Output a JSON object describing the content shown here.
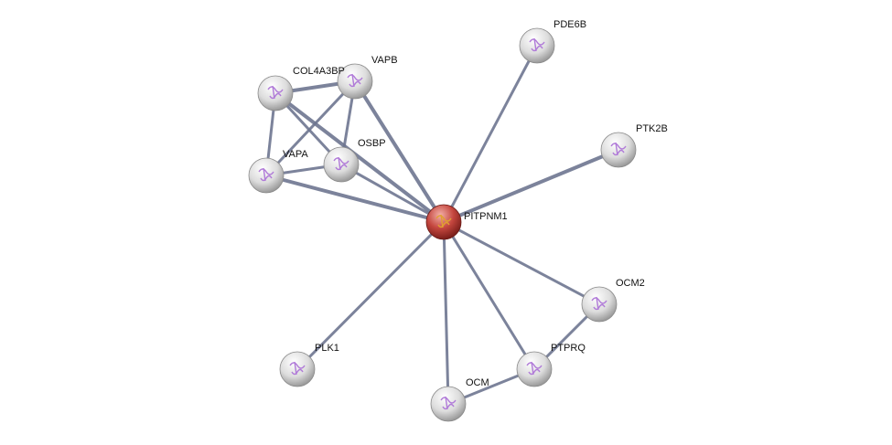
{
  "network": {
    "query_node": "PITPNM1",
    "colors": {
      "edge": "#6e7590",
      "query": "#c0403a",
      "node": "#e4e4e4",
      "label": "#111111"
    },
    "nodes": [
      {
        "id": "PITPNM1",
        "label": "PITPNM1",
        "query": true
      },
      {
        "id": "PDE6B",
        "label": "PDE6B"
      },
      {
        "id": "PTK2B",
        "label": "PTK2B"
      },
      {
        "id": "OCM2",
        "label": "OCM2"
      },
      {
        "id": "PTPRQ",
        "label": "PTPRQ"
      },
      {
        "id": "OCM",
        "label": "OCM"
      },
      {
        "id": "PLK1",
        "label": "PLK1"
      },
      {
        "id": "VAPA",
        "label": "VAPA"
      },
      {
        "id": "OSBP",
        "label": "OSBP"
      },
      {
        "id": "COL4A3BP",
        "label": "COL4A3BP"
      },
      {
        "id": "VAPB",
        "label": "VAPB"
      }
    ],
    "edges": [
      [
        "PITPNM1",
        "PDE6B"
      ],
      [
        "PITPNM1",
        "PTK2B"
      ],
      [
        "PITPNM1",
        "OCM2"
      ],
      [
        "PITPNM1",
        "PTPRQ"
      ],
      [
        "PITPNM1",
        "OCM"
      ],
      [
        "PITPNM1",
        "PLK1"
      ],
      [
        "PITPNM1",
        "VAPA"
      ],
      [
        "PITPNM1",
        "OSBP"
      ],
      [
        "PITPNM1",
        "COL4A3BP"
      ],
      [
        "PITPNM1",
        "VAPB"
      ],
      [
        "COL4A3BP",
        "VAPB"
      ],
      [
        "COL4A3BP",
        "VAPA"
      ],
      [
        "COL4A3BP",
        "OSBP"
      ],
      [
        "VAPB",
        "VAPA"
      ],
      [
        "VAPB",
        "OSBP"
      ],
      [
        "VAPA",
        "OSBP"
      ],
      [
        "OCM2",
        "PTPRQ"
      ],
      [
        "PTPRQ",
        "OCM"
      ]
    ]
  }
}
